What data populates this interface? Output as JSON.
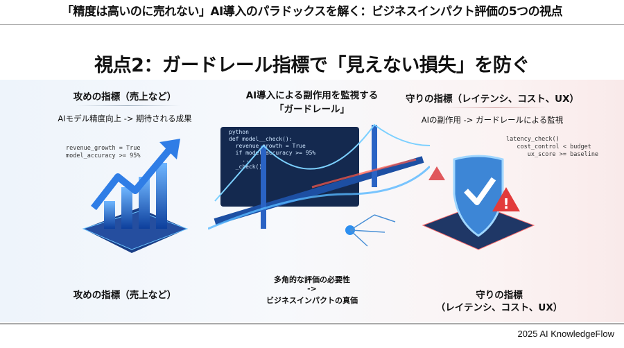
{
  "header": {
    "title": "「精度は高いのに売れない」AI導入のパラドックスを解く：ビジネスインパクト評価の5つの視点"
  },
  "slide": {
    "title": "視点2：ガードレール指標で「見えない損失」を防ぐ"
  },
  "left": {
    "heading": "攻めの指標（売上など）",
    "subheading": "AIモデル精度向上 -> 期待される成果",
    "code": [
      "revenue_growth = True",
      "model_accuracy >= 95%"
    ],
    "caption": "攻めの指標（売上など）",
    "accent": "#1e6fd9"
  },
  "center": {
    "heading_line1": "AI導入による副作用を監視する",
    "heading_line2": "「ガードレール」",
    "code": [
      "python",
      "def model__check():",
      "  revenue_growth = True",
      "  if model_accuracy >= 95%",
      "    ...",
      "  _check()"
    ],
    "caption_line1": "多角的な評価の必要性",
    "caption_line2": "->",
    "caption_line3": "ビジネスインパクトの真価"
  },
  "right": {
    "heading": "守りの指標（レイテンシ、コスト、UX）",
    "subheading": "AIの副作用 -> ガードレールによる監視",
    "code": [
      "latency_check()",
      "   cost_control < budget",
      "      ux_score >= baseline"
    ],
    "caption_line1": "守りの指標",
    "caption_line2": "（レイテンシ、コスト、UX）",
    "accent": "#d9343a"
  },
  "footer": {
    "credit": "2025 AI KnowledgeFlow"
  }
}
